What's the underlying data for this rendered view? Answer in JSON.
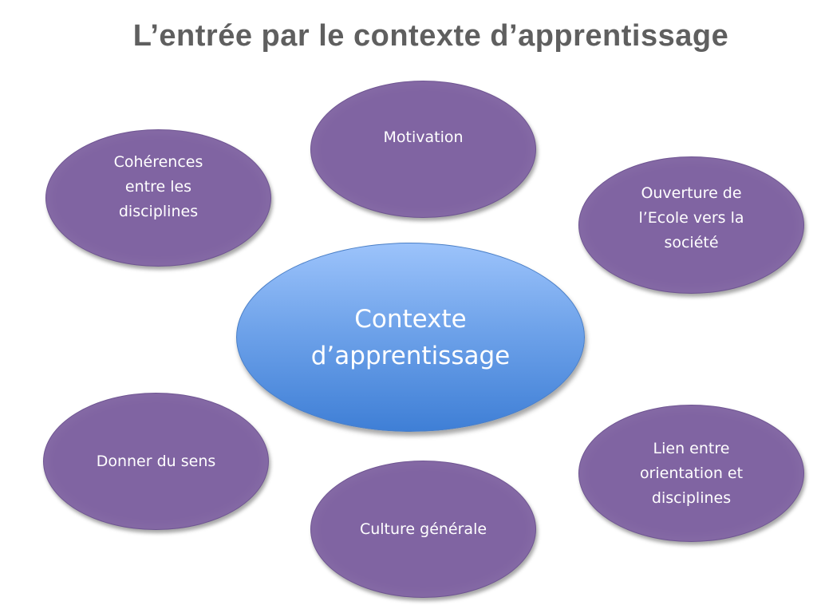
{
  "title": "L’entrée par le contexte d’apprentissage",
  "center": {
    "label": "Contexte\nd’apprentissage"
  },
  "nodes": {
    "motivation": "Motivation",
    "coherences": "Cohérences\nentre les\ndisciplines",
    "ouverture": "Ouverture de\nl’Ecole vers la\nsociété",
    "sens": "Donner du sens",
    "culture": "Culture générale",
    "lien": "Lien entre\norientation et\ndisciplines"
  },
  "colors": {
    "title": "#5f5f5f",
    "node_fill": "#8064a2",
    "center_top": "#9cc3fb",
    "center_bottom": "#3f7fd6",
    "text": "#ffffff"
  }
}
